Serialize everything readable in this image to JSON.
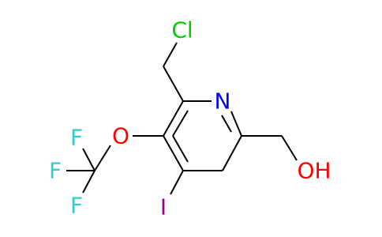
{
  "molecule": {
    "atoms": {
      "chlorine": {
        "label": "Cl",
        "color": "#00cc00"
      },
      "nitrogen": {
        "label": "N",
        "color": "#0000ff"
      },
      "oxygen_ether": {
        "label": "O",
        "color": "#ff0000"
      },
      "fluorine_top": {
        "label": "F",
        "color": "#33cccc"
      },
      "fluorine_middle": {
        "label": "F",
        "color": "#33cccc"
      },
      "fluorine_bottom": {
        "label": "F",
        "color": "#33cccc"
      },
      "iodine": {
        "label": "I",
        "color": "#940094"
      },
      "hydroxyl": {
        "label": "OH",
        "color": "#ff0000"
      }
    }
  }
}
